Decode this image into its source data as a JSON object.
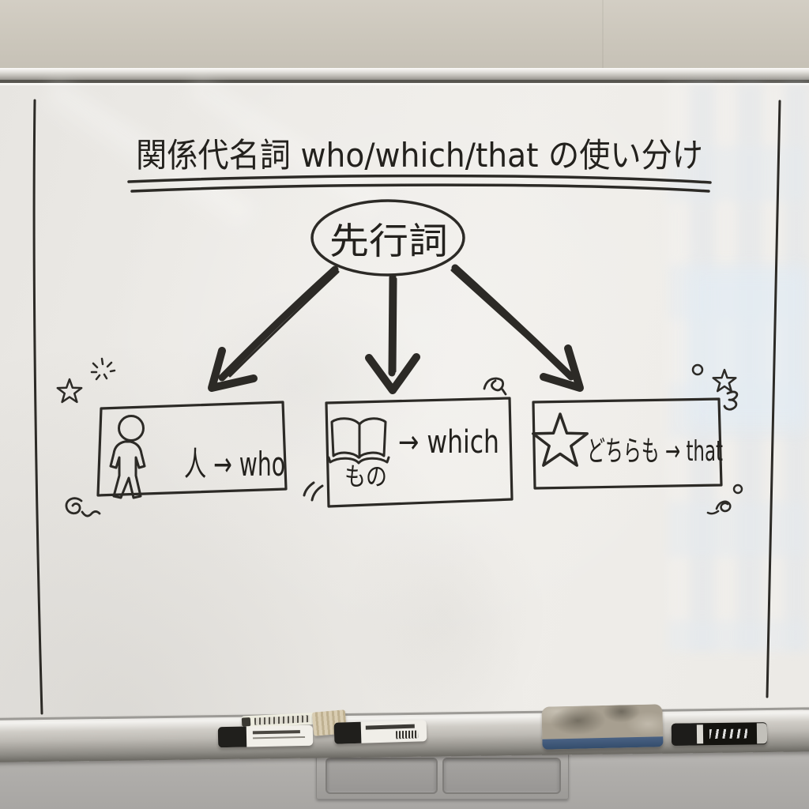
{
  "scene": "classroom whiteboard with relative-pronoun lesson diagram",
  "board": {
    "title": "関係代名詞 who/which/that の使い分け",
    "root_node_label": "先行詞",
    "branches": [
      {
        "icon": "person-icon",
        "text": "人 → who"
      },
      {
        "icon": "book-icon",
        "caption": "もの",
        "text": "→ which"
      },
      {
        "icon": "star-icon",
        "text": "どちらも → that"
      }
    ],
    "doodles": [
      "sparkle-icon",
      "star-doodle-left",
      "spiral-doodle",
      "emphasis-marks",
      "curl-doodle",
      "circle-doodle-right",
      "star-doodle-right",
      "squiggle-3-doodle",
      "circle-doodle-bottom-right",
      "curl-doodle-bottom-right"
    ],
    "ink_color": "#2c2a26"
  },
  "tray": {
    "items": [
      "white-marker",
      "white-marker",
      "white-marker",
      "chalk-holder",
      "felt-eraser",
      "black-marker"
    ],
    "eraser_base_color": "#41597a"
  },
  "colors": {
    "wall": "#cbc6bb",
    "board": "#eceae6",
    "tray_metal": "#c6c3bd",
    "lower_wall": "#b0aeab"
  }
}
